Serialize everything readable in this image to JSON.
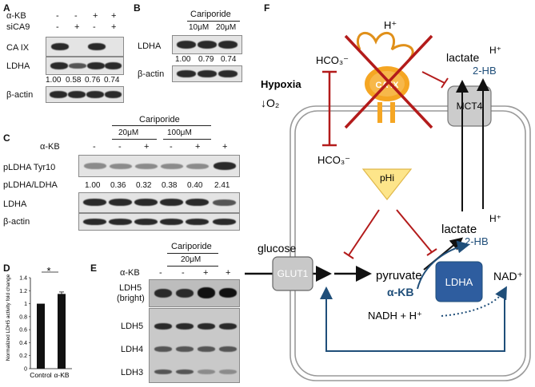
{
  "panel_a": {
    "label": "A",
    "row_akb_label": "α-KB",
    "row_sica9_label": "siCA9",
    "akb_signs": [
      "-",
      "-",
      "+",
      "+"
    ],
    "sica9_signs": [
      "-",
      "+",
      "-",
      "+"
    ],
    "blot_caix_label": "CA IX",
    "blot_ldha_label": "LDHA",
    "blot_actin_label": "β-actin",
    "ratios": [
      "1.00",
      "0.58",
      "0.76",
      "0.74"
    ]
  },
  "panel_b": {
    "label": "B",
    "title": "Cariporide",
    "doses": [
      "10μM",
      "20μM"
    ],
    "blot_ldha_label": "LDHA",
    "blot_actin_label": "β-actin",
    "ratios": [
      "1.00",
      "0.79",
      "0.74"
    ]
  },
  "panel_c": {
    "label": "C",
    "title": "Cariporide",
    "doses": [
      "20μM",
      "100μM"
    ],
    "row_akb_label": "α-KB",
    "akb_signs": [
      "-",
      "-",
      "+",
      "-",
      "+",
      "+"
    ],
    "blot_pldha_label": "pLDHA Tyr10",
    "ratio_label": "pLDHA/LDHA",
    "ratios": [
      "1.00",
      "0.36",
      "0.32",
      "0.38",
      "0.40",
      "2.41"
    ],
    "blot_ldha_label": "LDHA",
    "blot_actin_label": "β-actin"
  },
  "panel_d": {
    "label": "D",
    "ylabel": "Normalized LDH5 activity fold change",
    "significance": "*",
    "yticks": [
      "0",
      "0.2",
      "0.4",
      "0.6",
      "0.8",
      "1",
      "1.2",
      "1.4"
    ]
  },
  "chart_data": {
    "type": "bar",
    "categories": [
      "Control",
      "α-KB"
    ],
    "values": [
      1.0,
      1.15
    ],
    "errors": [
      0.0,
      0.03
    ],
    "title": "",
    "xlabel": "",
    "ylabel": "Normalized LDH5 activity fold change",
    "ylim": [
      0,
      1.4
    ]
  },
  "panel_e": {
    "label": "E",
    "title": "Cariporide",
    "dose": "20μM",
    "row_akb_label": "α-KB",
    "akb_signs": [
      "-",
      "-",
      "+",
      "+"
    ],
    "row_labels": [
      "LDH5",
      "(bright)",
      "LDH5",
      "LDH4",
      "LDH3"
    ]
  },
  "panel_f": {
    "label": "F",
    "hplus_top": "H⁺",
    "hco3_top": "HCO₃⁻",
    "hypoxia": "Hypoxia",
    "o2": "↓O₂",
    "caix": "CA IX",
    "hco3_inside": "HCO₃⁻",
    "lactate_top": "lactate",
    "hplus_top_right": "H⁺",
    "twohb_top": "2-HB",
    "mct4": "MCT4",
    "phi": "pHi",
    "glucose": "glucose",
    "glut1": "GLUT1",
    "pyruvate": "pyruvate",
    "akb": "α-KB",
    "ldha": "LDHA",
    "lactate_mid": "lactate",
    "hplus_mid": "H⁺",
    "twohb_mid": "2-HB",
    "nad": "NAD⁺",
    "nadh": "NADH + H⁺",
    "colors": {
      "inhibit": "#b31b1b",
      "blue": "#1f4e79",
      "caix_orange": "#f5a623",
      "phi_yellow": "#fde58a"
    }
  }
}
